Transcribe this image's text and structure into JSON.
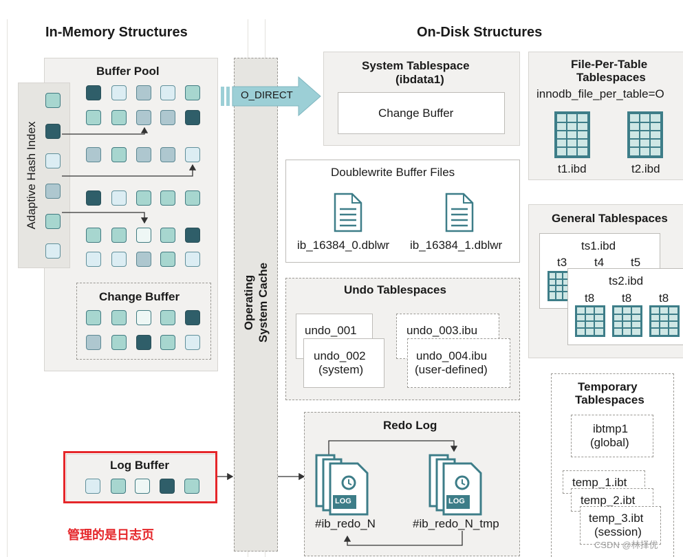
{
  "headers": {
    "in_memory": "In-Memory Structures",
    "on_disk": "On-Disk Structures"
  },
  "buffer_pool": {
    "title": "Buffer Pool"
  },
  "adaptive_hash_index": {
    "label": "Adaptive Hash Index"
  },
  "change_buffer_mem": {
    "title": "Change Buffer"
  },
  "log_buffer": {
    "title": "Log Buffer"
  },
  "annotation": {
    "text": "管理的是日志页",
    "color": "#e5262a"
  },
  "os_cache": {
    "line1": "Operating",
    "line2": "System Cache"
  },
  "o_direct": {
    "label": "O_DIRECT"
  },
  "system_tablespace": {
    "title1": "System Tablespace",
    "title2": "(ibdata1)",
    "change_buffer": "Change Buffer"
  },
  "file_per_table": {
    "title1": "File-Per-Table",
    "title2": "Tablespaces",
    "setting": "innodb_file_per_table=O",
    "files": [
      "t1.ibd",
      "t2.ibd"
    ]
  },
  "doublewrite": {
    "title": "Doublewrite Buffer Files",
    "files": [
      "ib_16384_0.dblwr",
      "ib_16384_1.dblwr"
    ]
  },
  "general_tablespaces": {
    "title": "General Tablespaces",
    "ts1": "ts1.ibd",
    "ts1_tables": [
      "t3",
      "t4",
      "t5"
    ],
    "ts2": "ts2.ibd",
    "ts2_tables": [
      "t8",
      "t8",
      "t8"
    ]
  },
  "undo": {
    "title": "Undo Tablespaces",
    "u1": "undo_001",
    "u2a": "undo_002",
    "u2b": "(system)",
    "u3": "undo_003.ibu",
    "u4a": "undo_004.ibu",
    "u4b": "(user-defined)"
  },
  "redo": {
    "title": "Redo Log",
    "icon_text": "LOG",
    "files": [
      "#ib_redo_N",
      "#ib_redo_N_tmp"
    ]
  },
  "temporary": {
    "title1": "Temporary",
    "title2": "Tablespaces",
    "ibtmp1a": "ibtmp1",
    "ibtmp1b": "(global)",
    "temp1": "temp_1.ibt",
    "temp2": "temp_2.ibt",
    "temp3": "temp_3.ibt",
    "temp_session": "(session)"
  },
  "watermark": {
    "text": "CSDN @林择优"
  },
  "colors": {
    "dark": "#2f5e69",
    "teal": "#a7d6cf",
    "light": "#dcedf3",
    "slate": "#aec7cf",
    "highlight": "#e5262a"
  }
}
